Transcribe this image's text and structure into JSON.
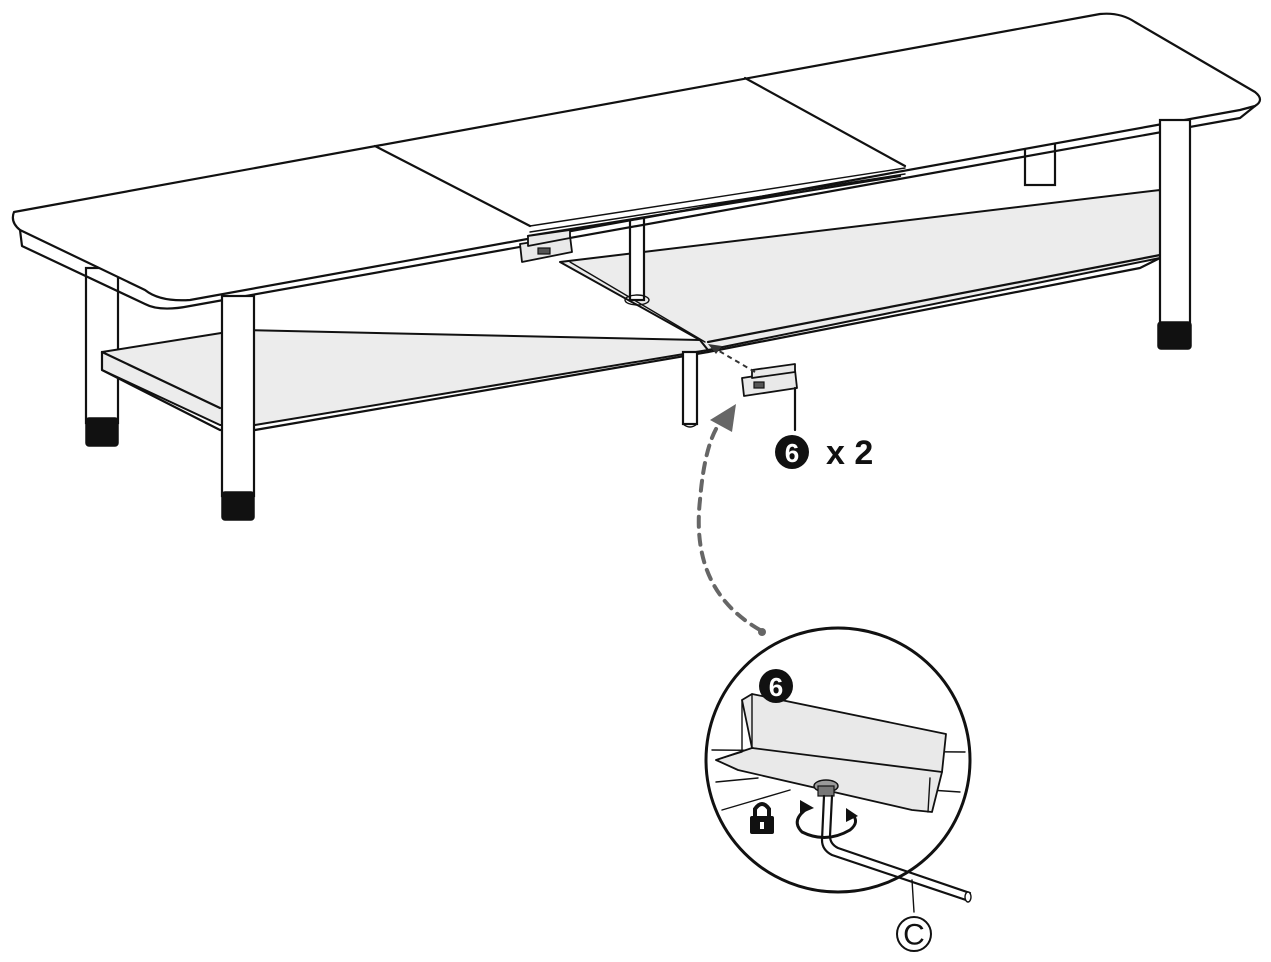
{
  "step_callout": {
    "part_number": "6",
    "quantity_text": "x 2"
  },
  "detail_view": {
    "part_number": "6",
    "tool_letter": "C",
    "lock_icon": "lock-icon",
    "rotate_icon": "rotate-arrow-icon"
  },
  "colors": {
    "line": "#111111",
    "shelf": "#ececec",
    "arrow": "#666666"
  }
}
